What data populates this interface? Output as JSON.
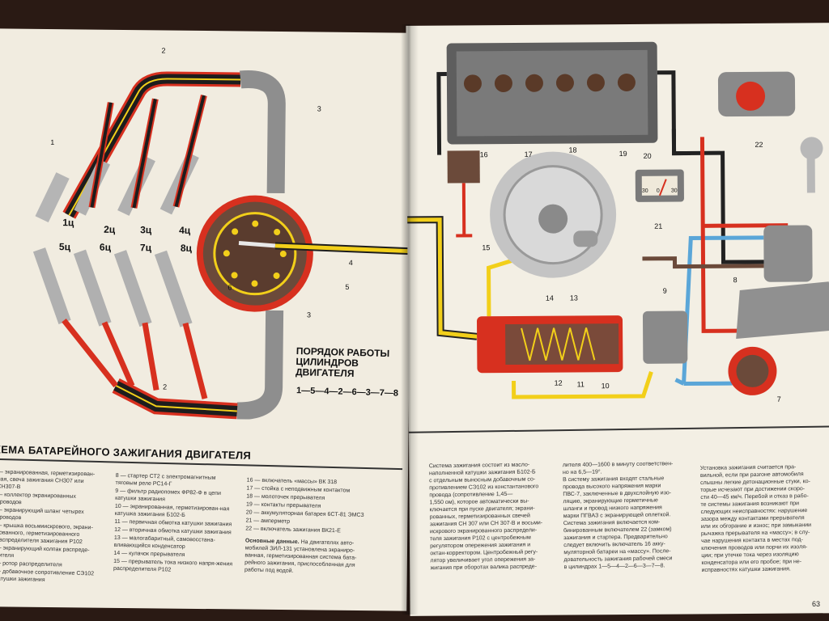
{
  "diagram": {
    "order_title_line1": "ПОРЯДОК РАБОТЫ",
    "order_title_line2": "ЦИЛИНДРОВ ДВИГАТЕЛЯ",
    "order_sequence": "1—5—4—2—6—3—7—8",
    "cylinder_labels": [
      "1ц",
      "2ц",
      "3ц",
      "4ц",
      "5ц",
      "6ц",
      "7ц",
      "8ц"
    ],
    "callouts": [
      "1",
      "2",
      "3",
      "4",
      "5",
      "6",
      "7",
      "8",
      "9",
      "10",
      "11",
      "12",
      "13",
      "14",
      "15",
      "16",
      "17",
      "18",
      "19",
      "20",
      "21",
      "22"
    ],
    "gauge_scale": [
      "30",
      "0",
      "30"
    ]
  },
  "caption": {
    "heading": "ХЕМА БАТАРЕЙНОГО ЗАЖИГАНИЯ ДВИГАТЕЛЯ"
  },
  "legend": {
    "col1": [
      "— экранированная, герметизирован-ная, свеча зажигания СН307 или СН307-В",
      "— коллектор экранированных проводов",
      "— экранирующий шланг четырех проводов",
      "— крышка восьмиискрового, экрани-рованного, герметизированного распределителя зажигания Р102",
      "— экранирующий колпак распреде-лителя",
      "— ротор распределителя",
      "— добавочное сопротивление СЭ102 катушки зажигания"
    ],
    "col2": [
      "8 — стартер СТ2 с электромагнитным тяговым реле РС14-Г",
      "9 — фильтр радиопомех ФР82-Ф в цепи катушки зажигания",
      "10 — экранированная, герметизирован-ная катушка зажигания Б102-Б",
      "11 — первичная обмотка катушки зажигания",
      "12 — вторичная обмотка катушки зажигания",
      "13 — малогабаритный, самовосстана-вливающийся конденсатор",
      "14 — кулачок прерывателя",
      "15 — прерыватель тока низкого напря-жения распределителя Р102"
    ],
    "col3": [
      "16 — включатель «массы» ВК 318",
      "17 — стойка с неподвижным контактом",
      "18 — молоточек прерывателя",
      "19 — контакты прерывателя",
      "20 — аккумуляторная батарея 6СТ-81 ЭМСЗ",
      "21 — амперметр",
      "22 — включатель зажигания ВК21-Е"
    ],
    "col3_basic_title": "Основные данные.",
    "col3_basic_text": "На двигателях авто-мобилей ЗИЛ-131 установлена экраниро-ванная, герметизированная система бата-рейного зажигания, приспособленная для работы под водой."
  },
  "right_text": {
    "col1": [
      "Система зажигания состоит из масло-",
      "наполненной катушки зажигания Б102-Б",
      "с отдельным выносным добавочным со-",
      "противлением СЭ102 из константанового",
      "провода (сопротивление 1,45—",
      "1,550 ом), которое автоматически вы-",
      "ключается при пуске двигателя; экрани-",
      "рованных, герметизированных свечей",
      "зажигания СН 307 или СН 307-В и восьми-",
      "искрового экранированного распредели-",
      "теля зажигания Р102 с центробежным",
      "регулятором опережения зажигания и",
      "октан-корректором. Центробежный регу-",
      "лятор увеличивает угол опережения за-",
      "жигания при оборотах валика распреде-"
    ],
    "col2": [
      "лителя 400—1600 в минуту соответствен-",
      "но на 6,5—19°.",
      "В систему зажигания входят стальные",
      "провода высокого напряжения марки",
      "ПВС-7, заключенные в двухслойную изо-",
      "ляцию, экранирующие герметичные",
      "шланги и провод низкого напряжения",
      "марки ПГВАЗ с экранирующей оплеткой.",
      "Система зажигания включается ком-",
      "бинированным включателем 22 (замком)",
      "зажигания и стартера. Предварительно",
      "следует включить включатель 16 акку-",
      "муляторной батареи на «массу». После-",
      "довательность зажигания рабочей смеси",
      "в цилиндрах 1—5—4—2—6—3—7—8."
    ],
    "col3": [
      "Установка зажигания считается пра-",
      "вильной, если при разгоне автомобиля",
      "слышны легкие детонационные стуки, ко-",
      "торые исчезают при достижении скоро-",
      "сти 40—45 км/ч. Перебой и отказ в рабо-",
      "те системы зажигания возникают при",
      "следующих неисправностях: нарушение",
      "зазора между контактами прерывателя",
      "или их обгорание и износ; при замыкании",
      "рычажка прерывателя на «массу»; в слу-",
      "чае нарушения контакта в местах под-",
      "ключения проводов или порчи их изоля-",
      "ции; при утечке тока через изоляцию",
      "конденсатора или его пробое; при не-",
      "исправностях катушки зажигания."
    ],
    "page_number": "63"
  },
  "colors": {
    "paper": "#f1ece0",
    "yellow_wire": "#f2cf1a",
    "red_wire": "#d7301f",
    "blue_wire": "#5aa6d8",
    "black_wire": "#222222",
    "grey_part": "#9a9a9a",
    "brown_part": "#6b4a3a"
  }
}
